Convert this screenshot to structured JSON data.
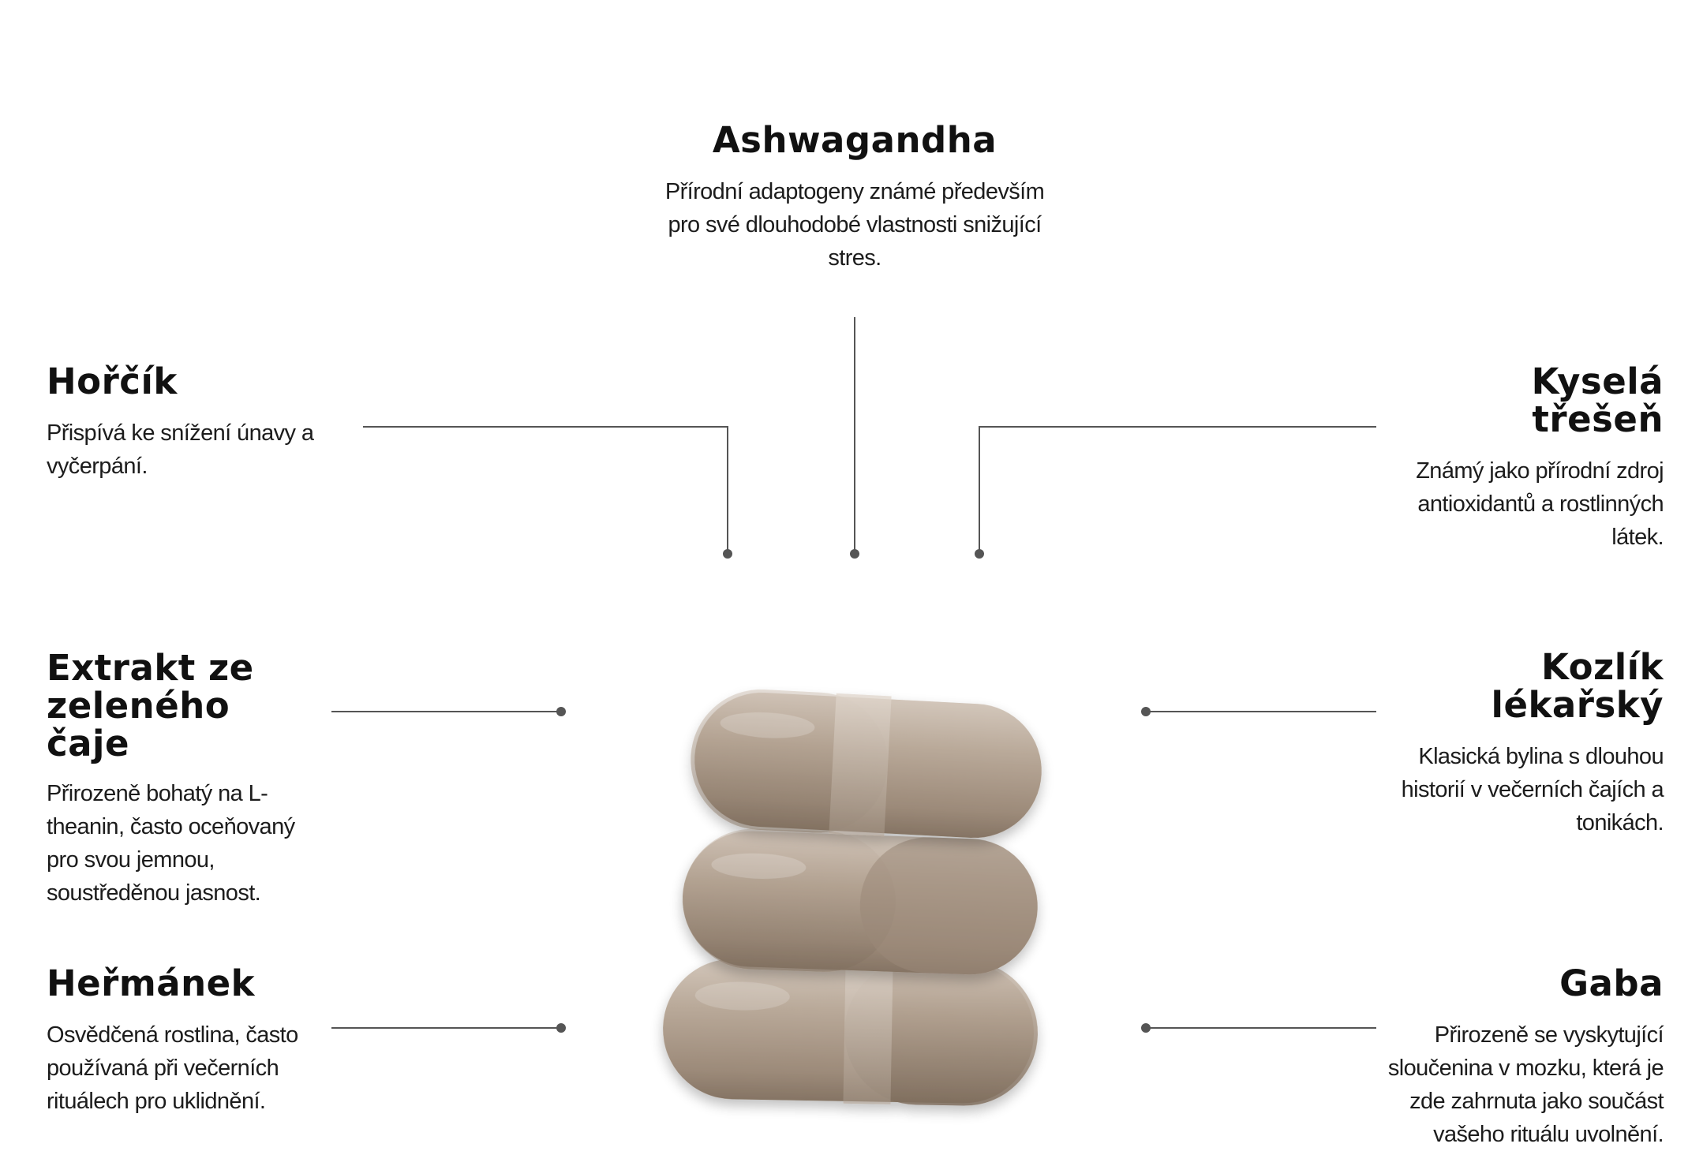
{
  "colors": {
    "line": "#555555",
    "text": "#111111",
    "capsule": "#b3a393"
  },
  "ingredients": {
    "ashwagandha": {
      "title": "Ashwagandha",
      "desc": "Přírodní adaptogeny známé především pro své dlouhodobé vlastnosti snižující stres."
    },
    "horcik": {
      "title": "Hořčík",
      "desc": "Přispívá ke snížení únavy a vyčerpání."
    },
    "kysela_tresen": {
      "title": "Kyselá třešeň",
      "desc": "Známý jako přírodní zdroj antioxidantů a rostlinných látek."
    },
    "zeleny_caj": {
      "title": "Extrakt ze zeleného čaje",
      "desc": "Přirozeně bohatý na L-theanin, často oceňovaný pro svou jemnou, soustředěnou jasnost."
    },
    "kozlik": {
      "title": "Kozlík lékařský",
      "desc": "Klasická bylina s dlouhou historií v večerních čajích a tonikách."
    },
    "hermanek": {
      "title": "Heřmánek",
      "desc": "Osvědčená rostlina, často používaná při večerních rituálech pro uklidnění."
    },
    "gaba": {
      "title": "Gaba",
      "desc": "Přirozeně se vyskytující sloučenina v mozku, která je zde zahrnuta jako součást vašeho rituálu uvolnění."
    }
  }
}
